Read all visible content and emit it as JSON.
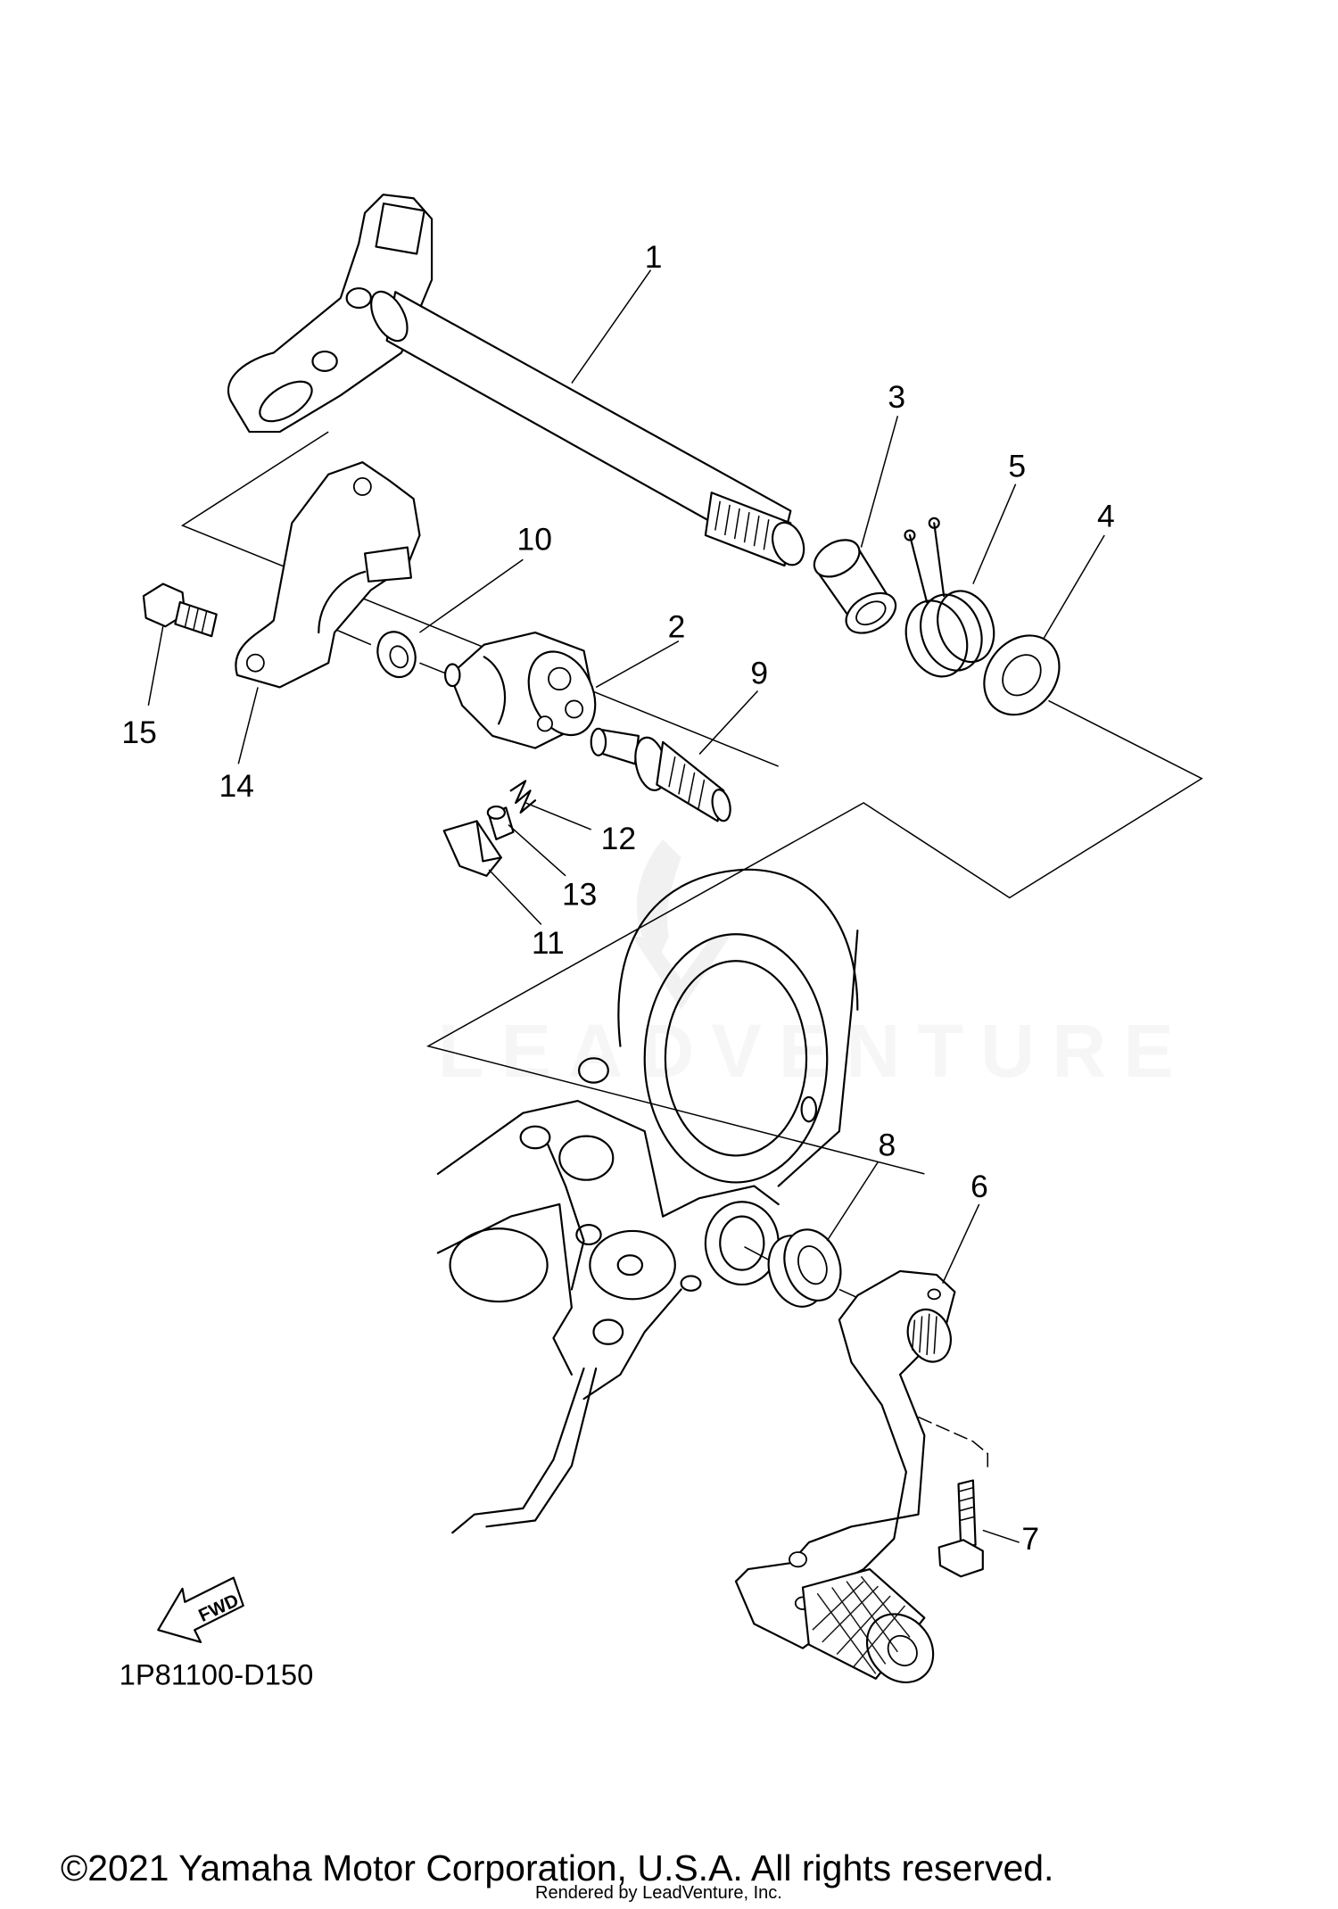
{
  "diagram": {
    "callouts": [
      "1",
      "2",
      "3",
      "4",
      "5",
      "6",
      "7",
      "8",
      "9",
      "10",
      "11",
      "12",
      "13",
      "14",
      "15"
    ],
    "fwd_label": "FWD",
    "diagram_code": "1P81100-D150",
    "watermark": "LEADVENTURE",
    "copyright": "©2021 Yamaha Motor Corporation, U.S.A. All rights reserved.",
    "rendered_by": "Rendered by LeadVenture, Inc."
  }
}
